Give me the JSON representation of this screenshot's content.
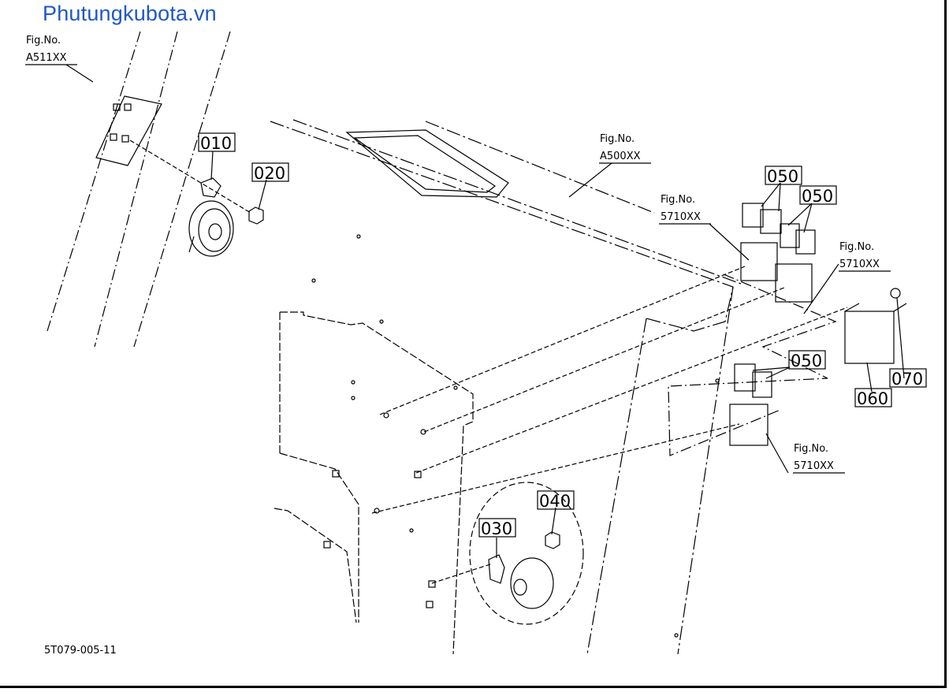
{
  "watermark": "Phutungkubota.vn",
  "figure_id": "5T079-005-11",
  "fig_refs": [
    {
      "line1": "Fig.No.",
      "line2": "A511XX"
    },
    {
      "line1": "Fig.No.",
      "line2": "A500XX"
    },
    {
      "line1": "Fig.No.",
      "line2": "5710XX"
    },
    {
      "line1": "Fig.No.",
      "line2": "5710XX"
    },
    {
      "line1": "Fig.No.",
      "line2": "5710XX"
    }
  ],
  "callouts": [
    "010",
    "020",
    "030",
    "040",
    "050",
    "050",
    "050",
    "060",
    "070"
  ]
}
